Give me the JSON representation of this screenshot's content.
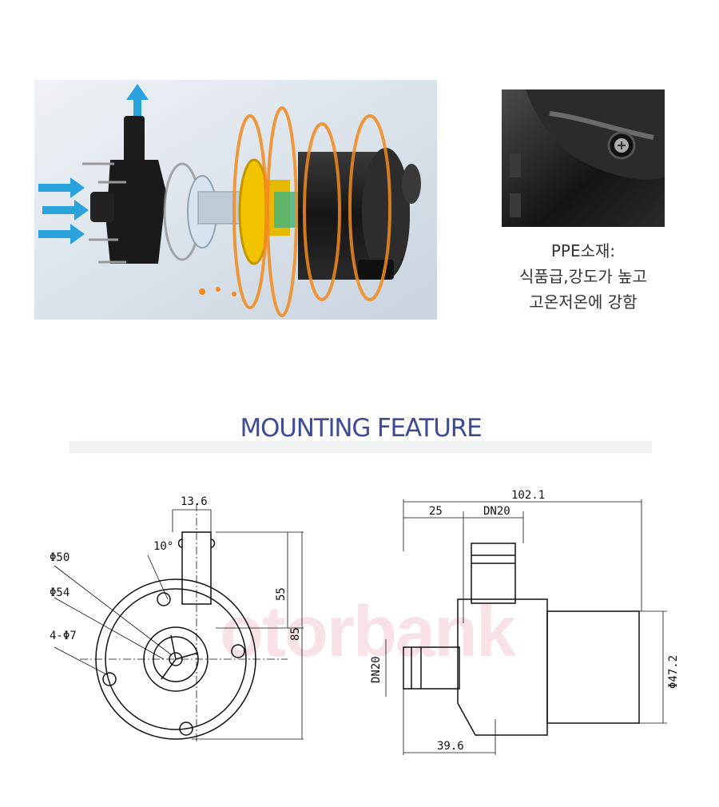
{
  "caption": {
    "lines": [
      "PPE소재:",
      "식품급,강도가 높고",
      "고온저온에 강함"
    ]
  },
  "section": {
    "title": "MOUNTING FEATURE",
    "title_color": "#3e4c97"
  },
  "watermark": "otorbank",
  "front_view": {
    "dims": {
      "top_width": "13.6",
      "angle": "10°",
      "phi50": "Φ50",
      "phi54": "Φ54",
      "holes": "4-Φ7",
      "h55": "55",
      "h85": "85"
    }
  },
  "side_view": {
    "dims": {
      "overall": "102.1",
      "d25": "25",
      "outlet": "DN20",
      "inlet": "DN20",
      "d39": "39.6",
      "phi472": "Φ47.2"
    }
  },
  "colors": {
    "accent_orange": "#f28a1f",
    "arrow_blue": "#2aa3dd",
    "impeller_yellow": "#f2c400"
  }
}
